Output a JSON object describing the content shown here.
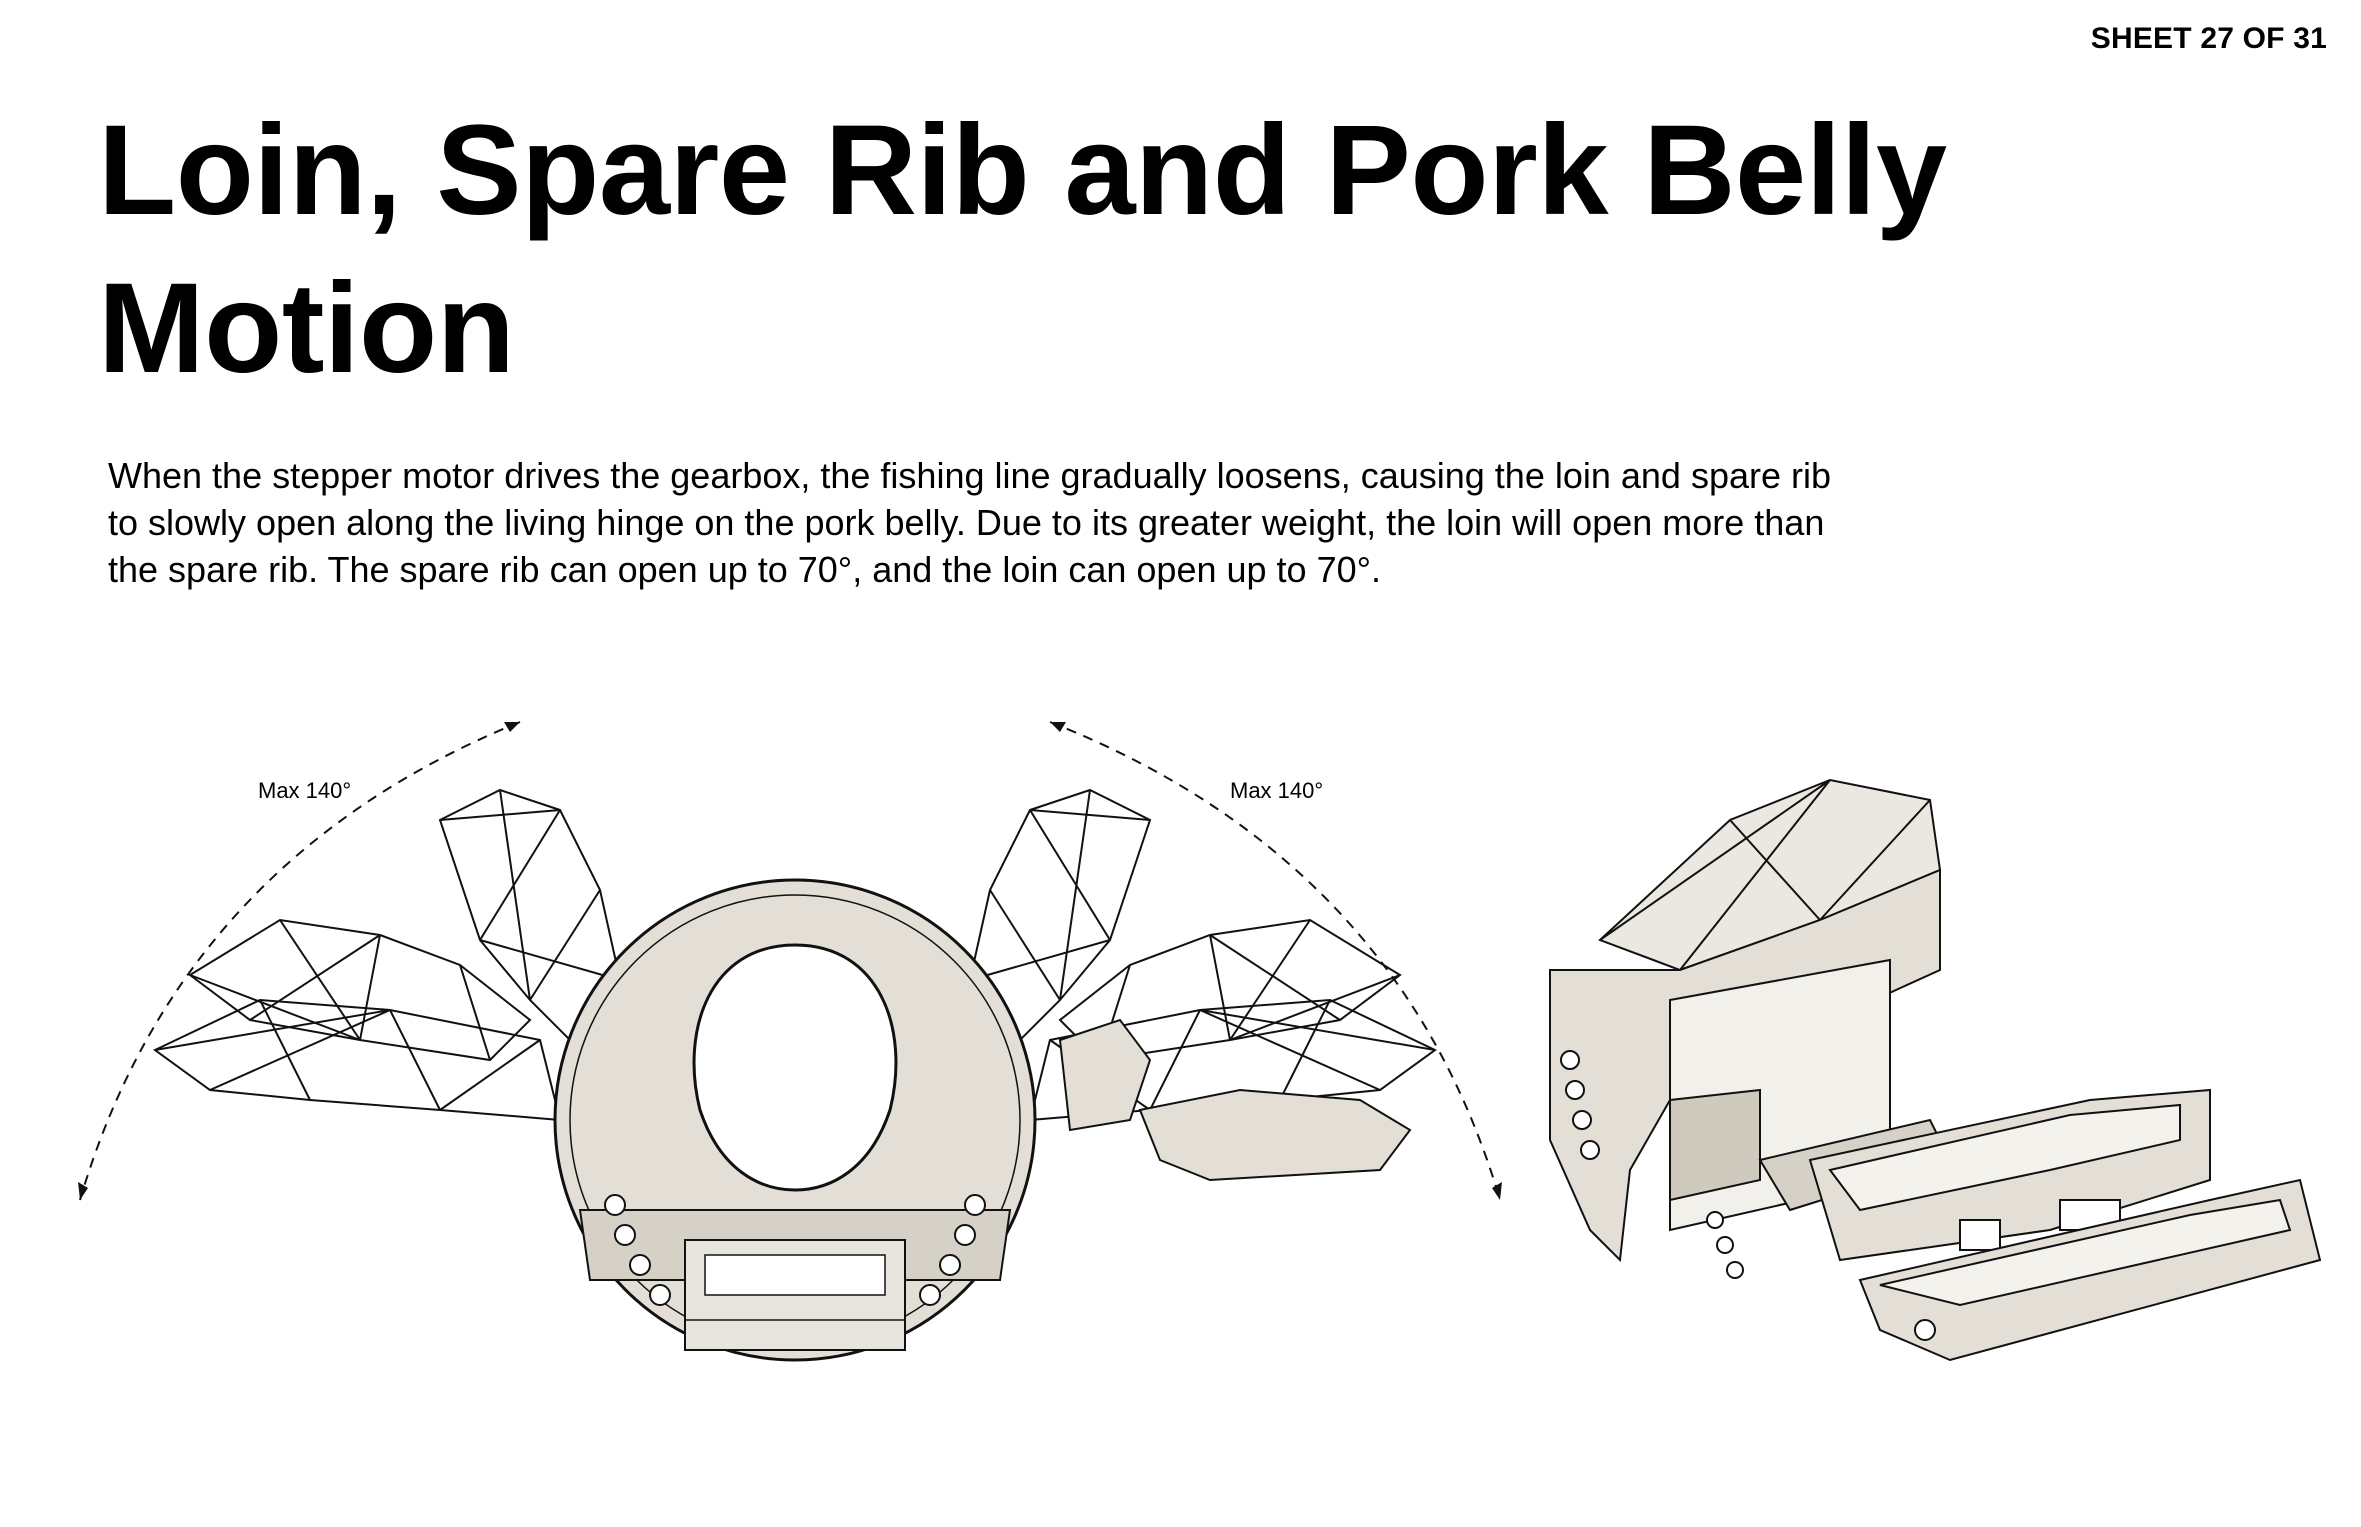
{
  "sheet": {
    "number_label": "SHEET 27 OF 31"
  },
  "title": "Loin, Spare Rib and Pork Belly Motion",
  "description": "When the stepper motor drives the gearbox, the fishing line gradually loosens, causing the loin and spare rib to slowly open along the living hinge on the pork belly. Due to its greater weight, the loin will open more than the spare rib. The spare rib can open up to 70°, and the loin can open up to 70°.",
  "figures": {
    "front_view": {
      "left_angle_label": "Max 140°",
      "right_angle_label": "Max 140°"
    }
  },
  "colors": {
    "part_fill": "#e3dfd6",
    "part_shadow": "#c9c4b8",
    "line": "#111111"
  }
}
